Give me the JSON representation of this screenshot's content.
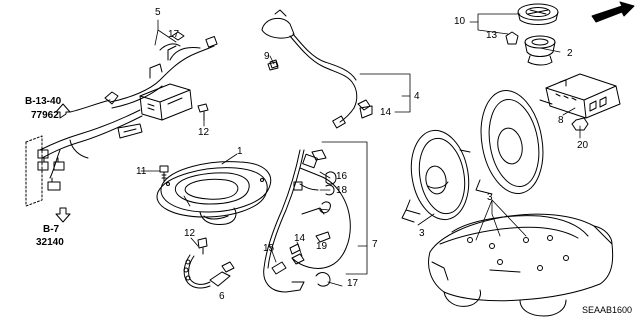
{
  "callouts": {
    "c1": "1",
    "c2": "2",
    "c3a": "3",
    "c3b": "3",
    "c4": "4",
    "c5": "5",
    "c6": "6",
    "c7": "7",
    "c8": "8",
    "c9": "9",
    "c10": "10",
    "c11": "11",
    "c12a": "12",
    "c12b": "12",
    "c13": "13",
    "c14a": "14",
    "c14b": "14",
    "c15": "15",
    "c16": "16",
    "c17a": "17",
    "c17b": "17",
    "c18": "18",
    "c19": "19",
    "c20": "20"
  },
  "references": {
    "b1340": "B-13-40",
    "p77962": "77962",
    "b7": "B-7",
    "p32140": "32140"
  },
  "direction": {
    "fr": "FR."
  },
  "diagram_code": "SEAAB1600"
}
